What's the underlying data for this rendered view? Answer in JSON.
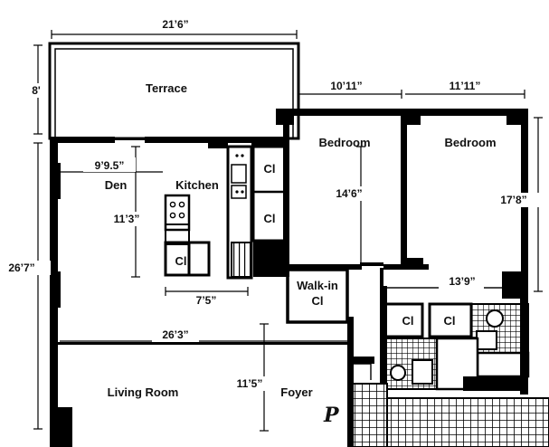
{
  "rooms": {
    "terrace": "Terrace",
    "den": "Den",
    "kitchen": "Kitchen",
    "bedroom_1": "Bedroom",
    "bedroom_2": "Bedroom",
    "walk_in_line1": "Walk-in",
    "walk_in_line2": "Cl",
    "living_room": "Living Room",
    "foyer": "Foyer"
  },
  "closets": {
    "kitchen_upper": "Cl",
    "kitchen_lower": "Cl",
    "den": "Cl",
    "bath_left": "Cl",
    "bath_right": "Cl"
  },
  "dimensions": {
    "terrace_width": "21’6”",
    "terrace_depth": "8'",
    "bedroom1_width": "10’11”",
    "bedroom2_width": "11’11”",
    "den_width": "9’9.5”",
    "den_depth": "11’3”",
    "kitchen_width": "7’5”",
    "bedroom1_depth": "14’6”",
    "bedroom2_depth": "17’8”",
    "bath_width": "13’9”",
    "living_width": "26’3”",
    "living_depth": "11’5”",
    "overall_depth": "26’7”"
  },
  "marker": "P"
}
